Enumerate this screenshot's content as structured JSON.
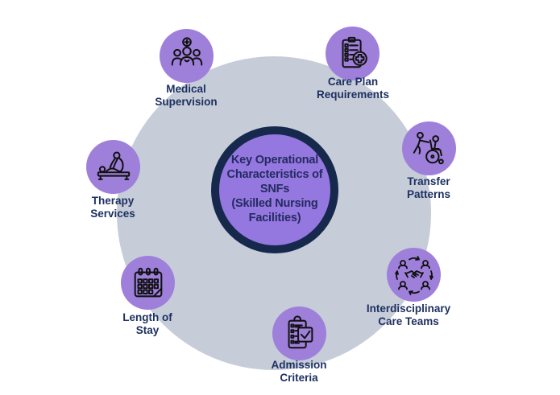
{
  "title": "Key Operational Characteristics of SNFs (Skilled Nursing Facilities)",
  "center": {
    "label": "Key Operational\nCharacteristics of\nSNFs\n(Skilled Nursing\nFacilities)"
  },
  "items": [
    {
      "id": "medical-supervision",
      "label": "Medical\nSupervision",
      "icon": "medical-team-icon"
    },
    {
      "id": "care-plan-requirements",
      "label": "Care Plan\nRequirements",
      "icon": "care-plan-clipboard-icon"
    },
    {
      "id": "transfer-patterns",
      "label": "Transfer\nPatterns",
      "icon": "wheelchair-transfer-icon"
    },
    {
      "id": "interdisciplinary-care-teams",
      "label": "Interdisciplinary\nCare Teams",
      "icon": "team-handshake-icon"
    },
    {
      "id": "admission-criteria",
      "label": "Admission\nCriteria",
      "icon": "checklist-clipboard-icon"
    },
    {
      "id": "length-of-stay",
      "label": "Length of\nStay",
      "icon": "calendar-icon"
    },
    {
      "id": "therapy-services",
      "label": "Therapy\nServices",
      "icon": "massage-therapy-icon"
    }
  ],
  "colors": {
    "background": "#ffffff",
    "big_circle": "#c6ccd8",
    "center_fill": "#9577e0",
    "center_border": "#16294d",
    "icon_circle": "#9e80da",
    "icon_stroke": "#111111",
    "label_text": "#1d3060",
    "center_text": "#242b60"
  }
}
